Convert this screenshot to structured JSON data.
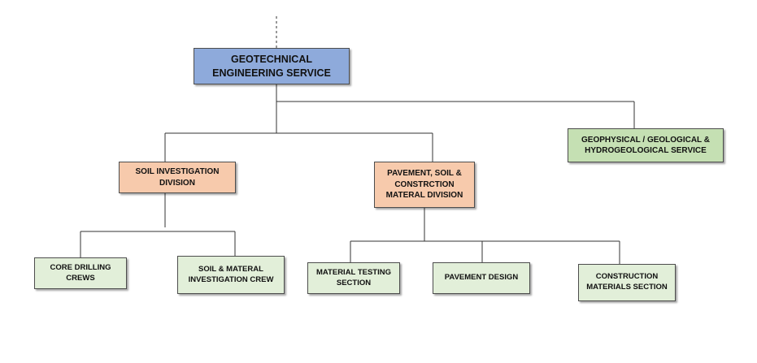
{
  "colors": {
    "root_fill": "#8eaadb",
    "division_fill": "#f7caac",
    "unit_fill": "#c5e0b3",
    "leaf_fill": "#e2efd9",
    "line": "#333333"
  },
  "nodes": {
    "root": {
      "label": "GEOTECHNICAL\nENGINEERING SERVICE"
    },
    "geophysical": {
      "label": "GEOPHYSICAL / GEOLOGICAL &\nHYDROGEOLOGICAL SERVICE"
    },
    "soil_investigation": {
      "label": "SOIL INVESTIGATION\nDIVISION"
    },
    "pavement_division": {
      "label": "PAVEMENT, SOIL &\nCONSTRCTION\nMATERAL DIVISION"
    },
    "core_drilling": {
      "label": "CORE DRILLING\nCREWS"
    },
    "soil_materal_crew": {
      "label": "SOIL & MATERAL\nINVESTIGATION CREW"
    },
    "material_testing": {
      "label": "MATERIAL TESTING\nSECTION"
    },
    "pavement_design": {
      "label": "PAVEMENT DESIGN"
    },
    "construction_materials": {
      "label": "CONSTRUCTION\nMATERIALS SECTION"
    }
  },
  "edges": [
    {
      "from": "root",
      "to": "soil_investigation"
    },
    {
      "from": "root",
      "to": "pavement_division"
    },
    {
      "from": "root",
      "to": "geophysical"
    },
    {
      "from": "soil_investigation",
      "to": "core_drilling"
    },
    {
      "from": "soil_investigation",
      "to": "soil_materal_crew"
    },
    {
      "from": "pavement_division",
      "to": "material_testing"
    },
    {
      "from": "pavement_division",
      "to": "pavement_design"
    },
    {
      "from": "pavement_division",
      "to": "construction_materials"
    }
  ]
}
